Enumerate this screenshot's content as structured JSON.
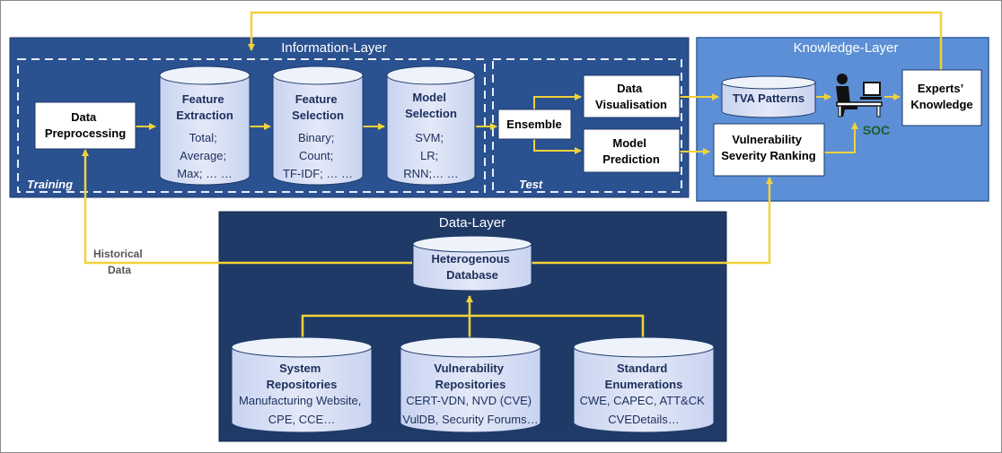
{
  "layers": {
    "information": "Information-Layer",
    "knowledge": "Knowledge-Layer",
    "data": "Data-Layer"
  },
  "sections": {
    "training": "Training",
    "test": "Test"
  },
  "nodes": {
    "data_preprocessing": [
      "Data",
      "Preprocessing"
    ],
    "feature_extraction": {
      "title": [
        "Feature",
        "Extraction"
      ],
      "items": [
        "Total;",
        "Average;",
        "Max; … …"
      ]
    },
    "feature_selection": {
      "title": [
        "Feature",
        "Selection"
      ],
      "items": [
        "Binary;",
        "Count;",
        "TF-IDF; … …"
      ]
    },
    "model_selection": {
      "title": [
        "Model",
        "Selection"
      ],
      "items": [
        "SVM;",
        "LR;",
        "RNN;… …"
      ]
    },
    "ensemble": "Ensemble",
    "data_visualisation": [
      "Data",
      "Visualisation"
    ],
    "model_prediction": [
      "Model",
      "Prediction"
    ],
    "tva_patterns": "TVA Patterns",
    "severity_ranking": [
      "Vulnerability",
      "Severity Ranking"
    ],
    "soc": "SOC",
    "experts_knowledge": [
      "Experts’",
      "Knowledge"
    ],
    "heterogenous_database": [
      "Heterogenous",
      "Database"
    ],
    "system_repositories": {
      "title": [
        "System",
        "Repositories"
      ],
      "items": [
        "Manufacturing Website,",
        "CPE, CCE…"
      ]
    },
    "vulnerability_repositories": {
      "title": [
        "Vulnerability",
        "Repositories"
      ],
      "items": [
        "CERT-VDN, NVD (CVE)",
        "VulDB, Security Forums…"
      ]
    },
    "standard_enumerations": {
      "title": [
        "Standard",
        "Enumerations"
      ],
      "items": [
        "CWE, CAPEC, ATT&CK",
        "CVEDetails…"
      ]
    }
  },
  "edge_labels": {
    "historical_data": [
      "Historical",
      "Data"
    ]
  },
  "colors": {
    "info_layer": "#2a5190",
    "knowledge_layer": "#5c8fd6",
    "data_layer": "#1f3a66",
    "cylinder_fill": "#d9e1f7",
    "arrow": "#f2d23a",
    "navy_text": "#1b2f5c",
    "soc_text": "#1d5c2a"
  }
}
